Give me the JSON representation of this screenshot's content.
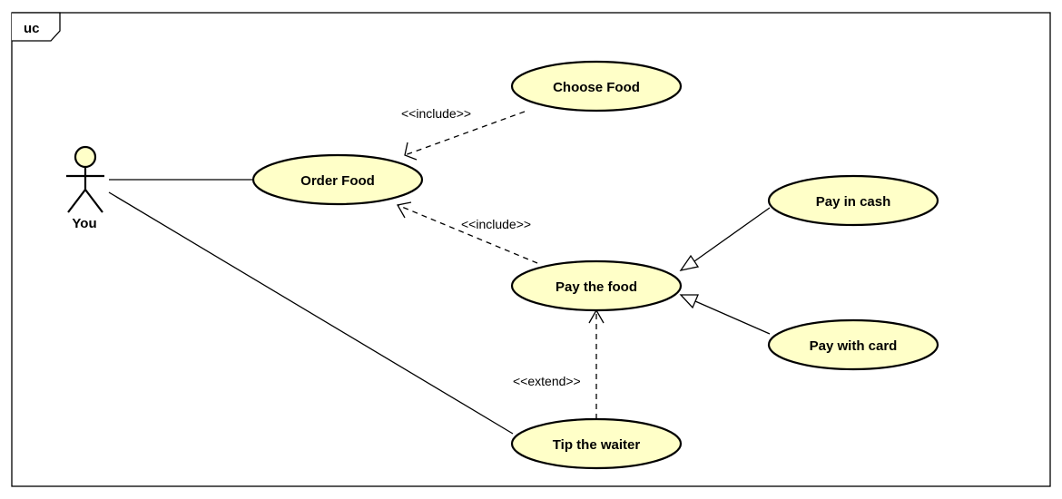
{
  "frame": {
    "label": "uc"
  },
  "actor": {
    "name": "You"
  },
  "colors": {
    "usecase_fill": "#ffffc8",
    "actor_fill": "#ffffc8",
    "line": "#000000"
  },
  "use_cases": {
    "choose_food": "Choose Food",
    "order_food": "Order Food",
    "pay_in_cash": "Pay in cash",
    "pay_the_food": "Pay the food",
    "pay_with_card": "Pay with card",
    "tip_the_waiter": "Tip the waiter"
  },
  "relations": {
    "include_choose": "<<include>>",
    "include_pay": "<<include>>",
    "extend_tip": "<<extend>>"
  }
}
